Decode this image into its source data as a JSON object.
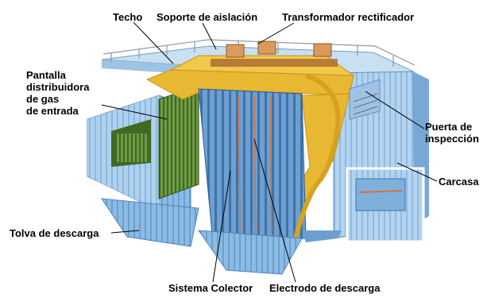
{
  "labels": {
    "techo": "Techo",
    "soporte": "Soporte de aislación",
    "transformador": "Transformador rectificador",
    "pantalla_line1": "Pantalla",
    "pantalla_line2": "distribuidora",
    "pantalla_line3": "de gas",
    "pantalla_line4": "de entrada",
    "puerta_line1": "Puerta de",
    "puerta_line2": "inspección",
    "carcasa": "Carcasa",
    "tolva": "Tolva de descarga",
    "sistema": "Sistema Colector",
    "electrodo": "Electrodo de descarga"
  },
  "colors": {
    "casing_light": "#a9cbe9",
    "casing_mid": "#7fb0dc",
    "casing_dark": "#4f86bd",
    "frame_yellow": "#e8b833",
    "frame_yellow_dark": "#c8921c",
    "baffle_green": "#5f8a3a",
    "transformer": "#d99a5b",
    "leader": "#000000"
  }
}
